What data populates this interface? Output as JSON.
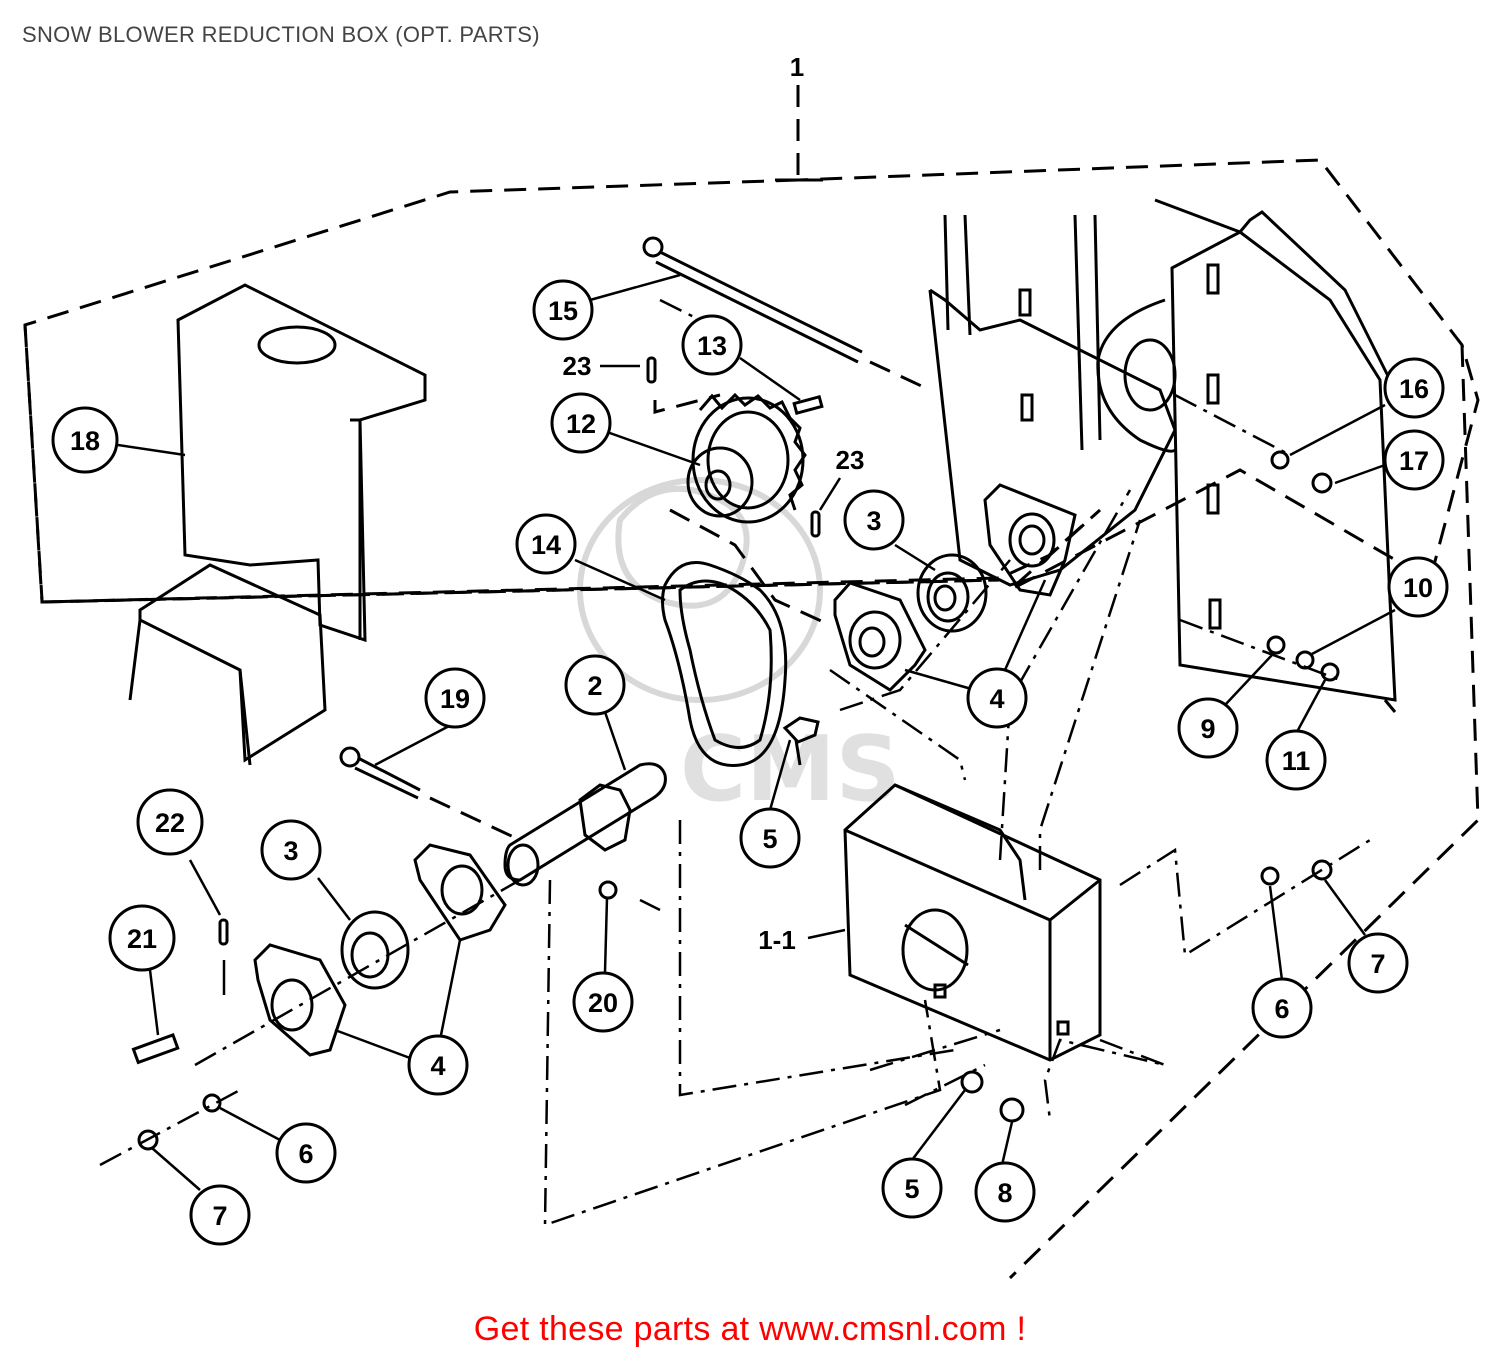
{
  "title": "SNOW BLOWER REDUCTION BOX (OPT. PARTS)",
  "footer": "Get these parts at www.cmsnl.com !",
  "watermark": "CMS",
  "callouts": {
    "c1": "1",
    "c1_1": "1-1",
    "c2": "2",
    "c3a": "3",
    "c3b": "3",
    "c4a": "4",
    "c4b": "4",
    "c5a": "5",
    "c5b": "5",
    "c6a": "6",
    "c6b": "6",
    "c7a": "7",
    "c7b": "7",
    "c8": "8",
    "c9": "9",
    "c10": "10",
    "c11": "11",
    "c12": "12",
    "c13": "13",
    "c14": "14",
    "c15": "15",
    "c16": "16",
    "c17": "17",
    "c18": "18",
    "c19": "19",
    "c20": "20",
    "c21": "21",
    "c22": "22",
    "c23a": "23",
    "c23b": "23"
  }
}
